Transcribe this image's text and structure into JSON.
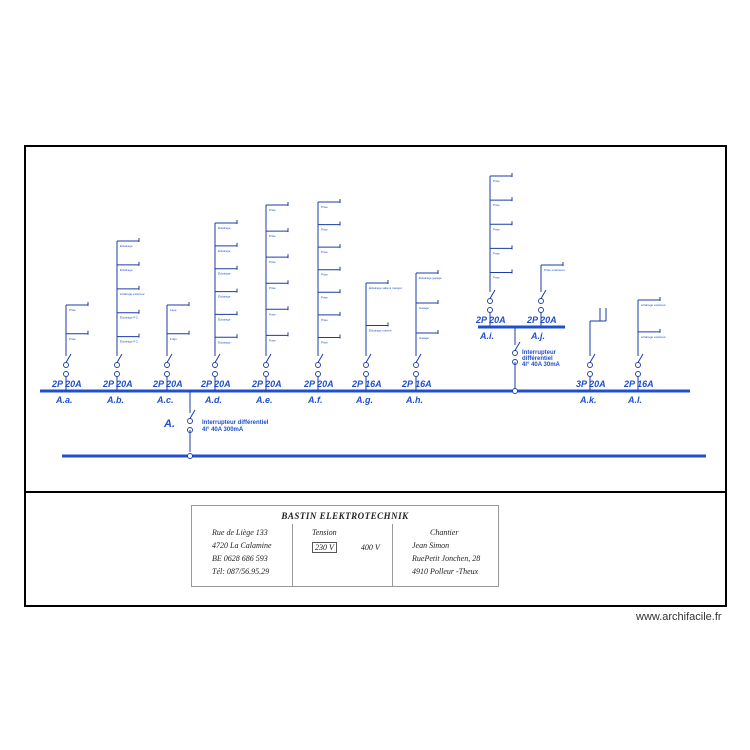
{
  "colors": {
    "bus": "#1f4fcf",
    "line": "#1a3da6",
    "text": "#1f4fcf",
    "frame": "#000000"
  },
  "main": {
    "label": "A.",
    "differential_line1": "Interrupteur différentiel",
    "differential_line2": "4l° 40A 300mA"
  },
  "sub_differential": {
    "line1": "Interrupteur",
    "line2": "différentiel",
    "line3": "4l° 40A 30mA"
  },
  "circuits": [
    {
      "rating": "2P 20A",
      "label": "A.a.",
      "loads": [
        "Prise",
        "Prise"
      ]
    },
    {
      "rating": "2P 20A",
      "label": "A.b.",
      "loads": [
        "Éclairage",
        "Éclairage",
        "éclairage extérieur",
        "Éclairage P.C.",
        "Éclairage P.C."
      ]
    },
    {
      "rating": "2P 20A",
      "label": "A.c.",
      "loads": [
        "Lave",
        "Frigo"
      ]
    },
    {
      "rating": "2P 20A",
      "label": "A.d.",
      "loads": [
        "Éclairage",
        "Éclairage",
        "Éclairage",
        "Éclairage",
        "Éclairage",
        "Éclairage"
      ]
    },
    {
      "rating": "2P 20A",
      "label": "A.e.",
      "loads": [
        "Prise",
        "Prise",
        "Prise",
        "Prise",
        "Prise",
        "Prise"
      ]
    },
    {
      "rating": "2P 20A",
      "label": "A.f.",
      "loads": [
        "Prise",
        "Prise",
        "Prise",
        "Prise",
        "Prise",
        "Prise",
        "Prise"
      ]
    },
    {
      "rating": "2P 16A",
      "label": "A.g.",
      "loads": [
        "Éclairage salle à manger",
        "Éclairage cuisine"
      ]
    },
    {
      "rating": "2P 16A",
      "label": "A.h.",
      "loads": [
        "Éclairage garage",
        "Garage",
        "Garage"
      ]
    },
    {
      "rating": "2P 20A",
      "label": "A.i.",
      "loads": [
        "Prise",
        "Prise",
        "Prise",
        "Prise",
        "Prise"
      ]
    },
    {
      "rating": "2P 20A",
      "label": "A.j.",
      "loads": [
        "Prise extérieure"
      ]
    },
    {
      "rating": "3P 20A",
      "label": "A.k.",
      "loads": []
    },
    {
      "rating": "2P 16A",
      "label": "A.l.",
      "loads": [
        "éclairage extérieur",
        "éclairage extérieur"
      ]
    }
  ],
  "titleblock": {
    "company": "BASTIN ELEKTROTECHNIK",
    "address1": "Rue de Liège 133",
    "address2": "4720 La Calamine",
    "vat": "BE 0628 686 593",
    "phone": "Tél:  087/56.95.29",
    "tension_head": "Tension",
    "tension_a": "230 V",
    "tension_b": "400 V",
    "site_head": "Chantier",
    "client": "Jean Simon",
    "site_street": "RuePetit Jonchen,  28",
    "site_city": "4910  Polleur -Theux"
  },
  "watermark": "www.archifacile.fr"
}
